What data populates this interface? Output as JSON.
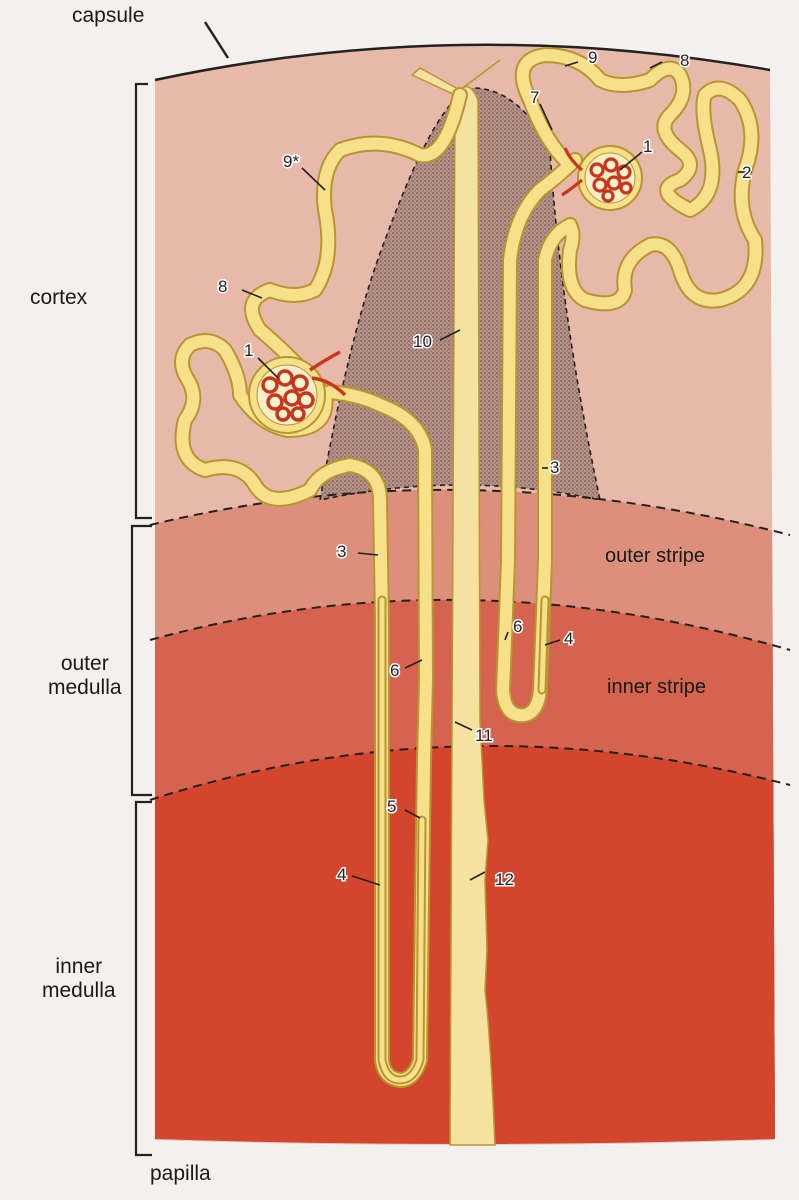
{
  "regions": {
    "capsule": "capsule",
    "cortex": "cortex",
    "outer_medulla_line1": "outer",
    "outer_medulla_line2": "medulla",
    "inner_medulla_line1": "inner",
    "inner_medulla_line2": "medulla",
    "papilla": "papilla",
    "outer_stripe": "outer stripe",
    "inner_stripe": "inner stripe"
  },
  "segment_labels": {
    "left_glomerulus": "1",
    "right_glomerulus": "1",
    "left_proximal_convoluted": "8",
    "left_connecting": "9*",
    "right_distal_convoluted_a": "9",
    "right_distal_convoluted_b": "8",
    "right_macula": "7",
    "right_proximal_convoluted": "2",
    "collecting_duct_cortical": "10",
    "collecting_duct_outer": "11",
    "collecting_duct_inner": "12",
    "left_straight_proximal": "3",
    "left_thick_ascending": "6",
    "left_thin_ascending": "5",
    "left_thin_descending": "4",
    "right_straight_proximal": "3",
    "right_thick_ascending": "6",
    "right_thin_descending": "4"
  },
  "colors": {
    "cortex": "#e8b8a8",
    "outer_stripe": "#dc907b",
    "inner_stripe": "#d5634d",
    "inner_medulla": "#d4452d",
    "tubule": "#f6e08a",
    "tubule_outline": "#b89530",
    "medullary_ray": "#b08f86",
    "glomerulus": "#c9361f"
  }
}
